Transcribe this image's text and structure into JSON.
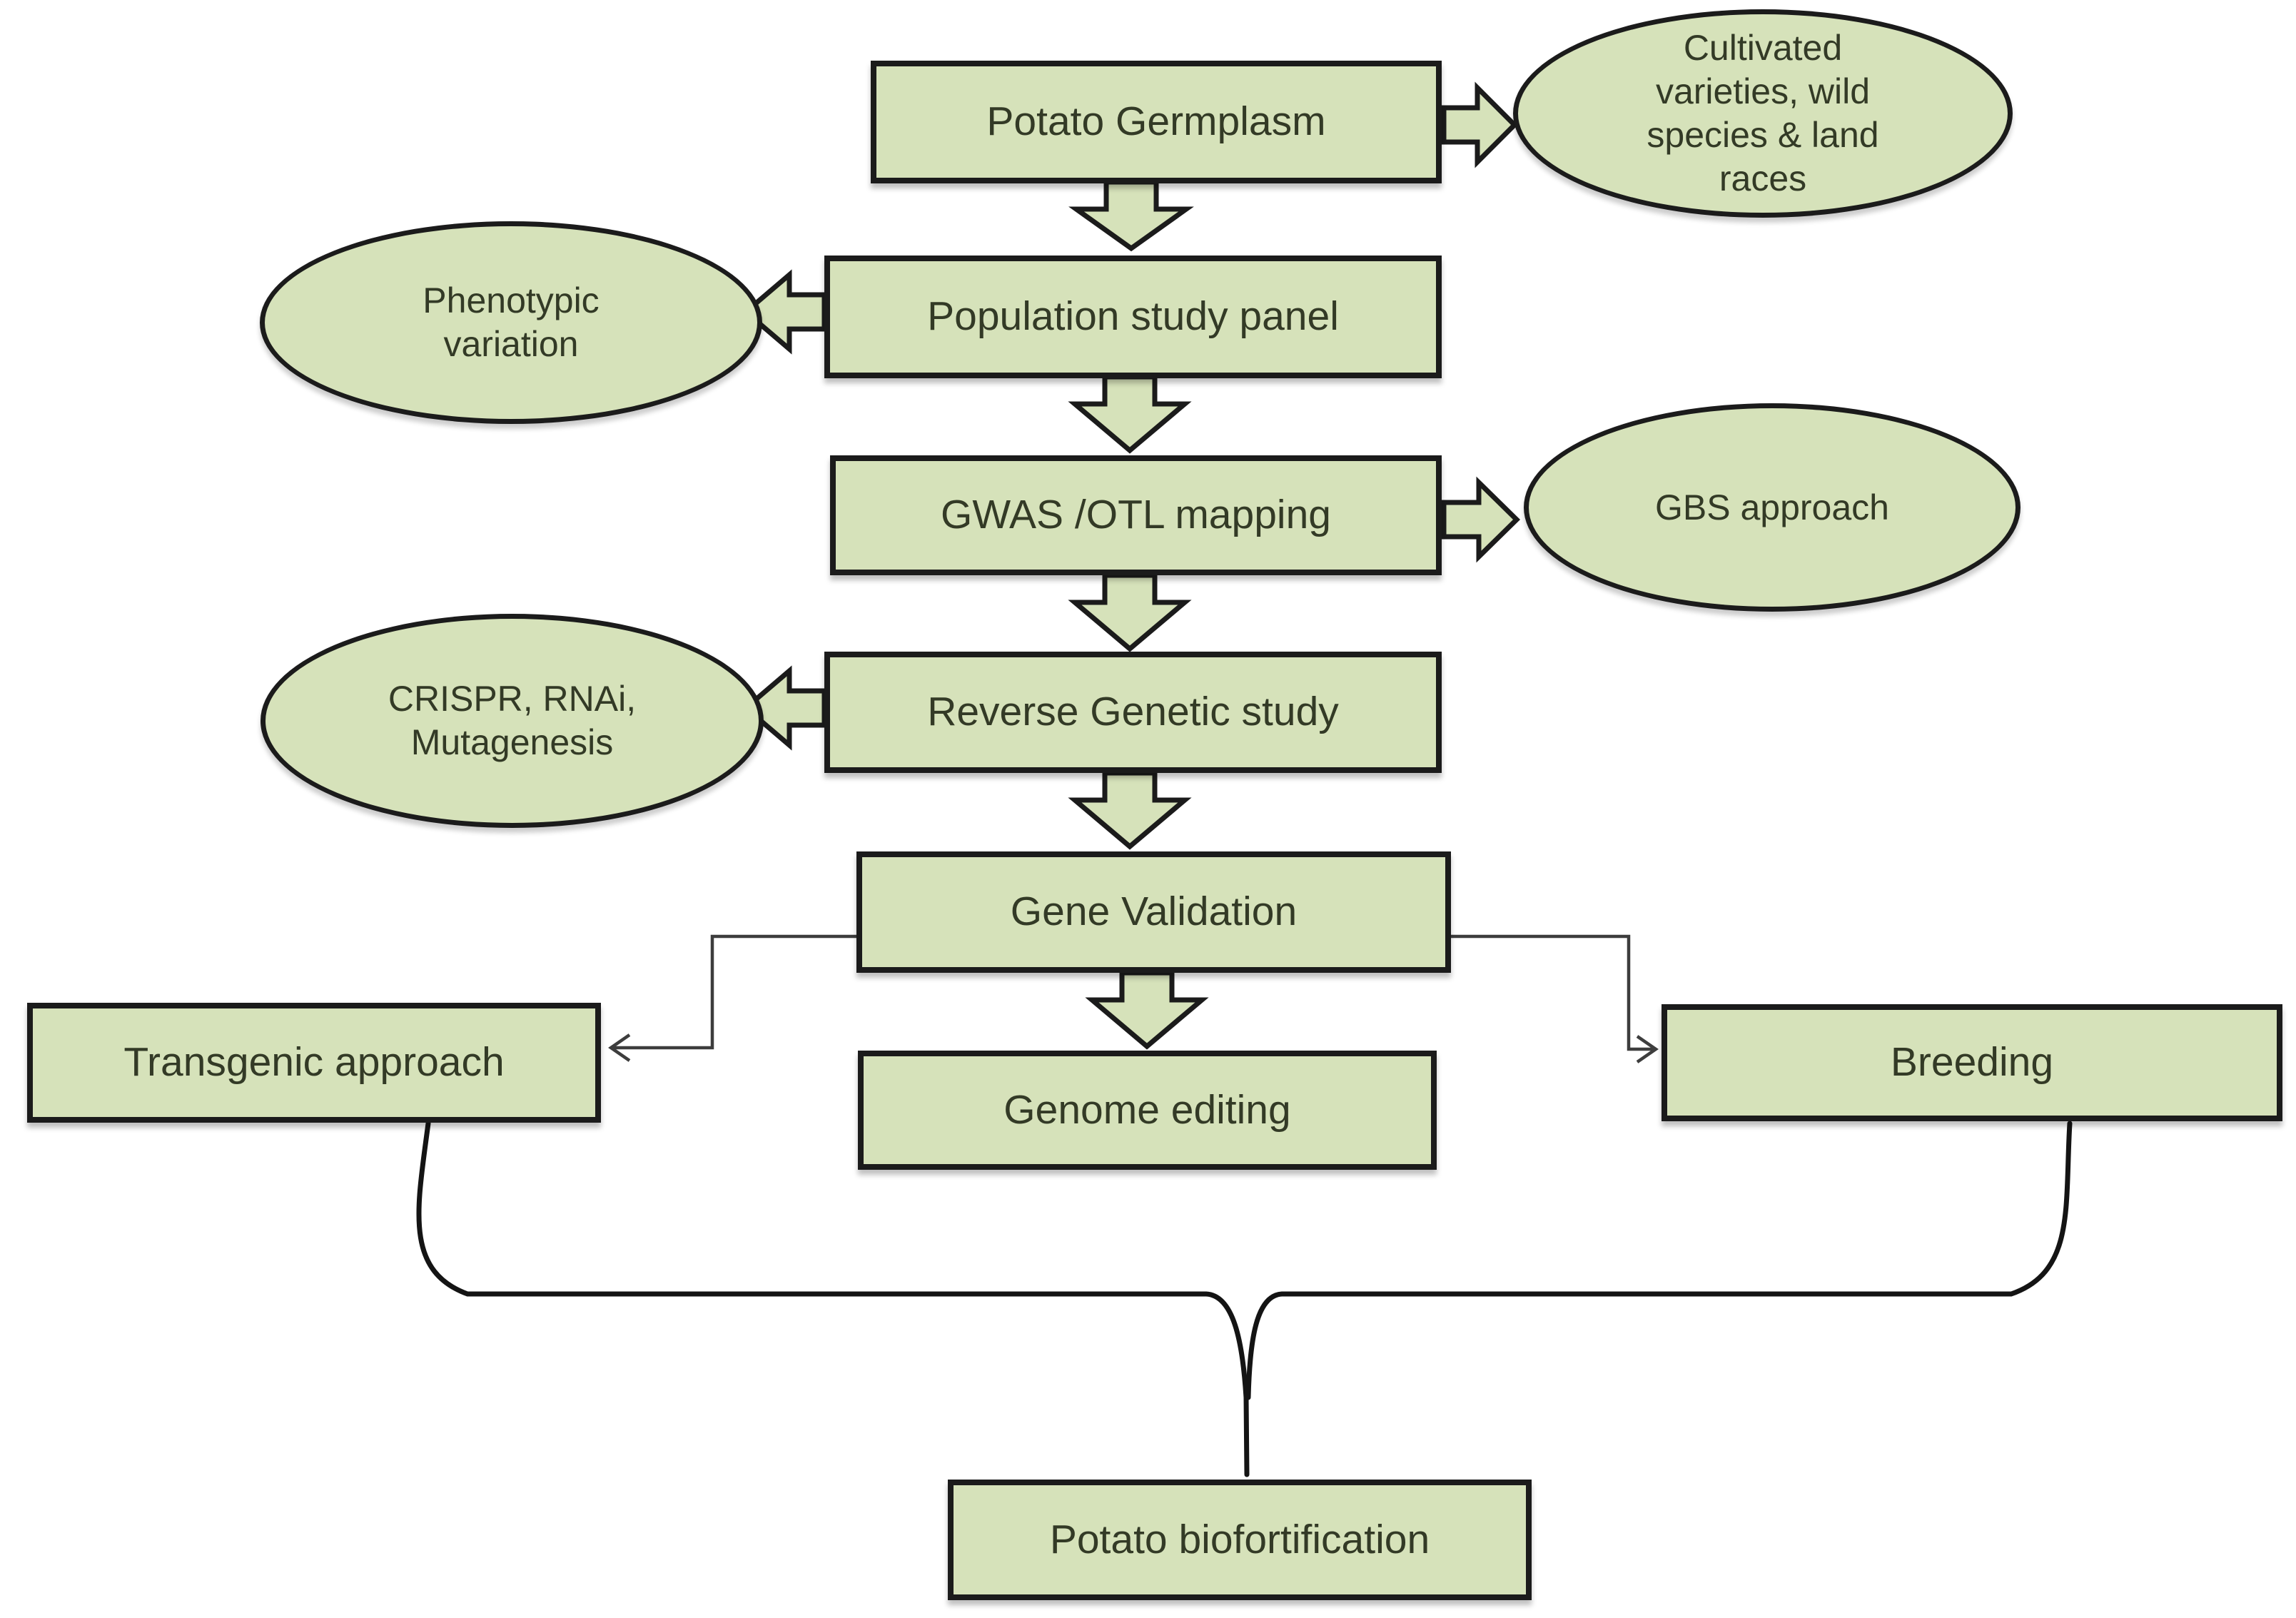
{
  "theme": {
    "canvas_bg": "#ffffff",
    "shape_fill": "#d6e2ba",
    "shape_stroke": "#1b1b1b",
    "text_color": "#333a26",
    "connector_color": "#3d3d3d",
    "merge_color": "#141414"
  },
  "diagram": {
    "type": "flowchart",
    "nodes": {
      "germplasm": {
        "label": "Potato Germplasm",
        "shape": "box"
      },
      "cultivated": {
        "label": "Cultivated\nvarieties, wild\nspecies & land\nraces",
        "shape": "ellipse"
      },
      "population": {
        "label": "Population study panel",
        "shape": "box"
      },
      "phenotypic": {
        "label": "Phenotypic\nvariation",
        "shape": "ellipse"
      },
      "gwas": {
        "label": "GWAS /OTL mapping",
        "shape": "box"
      },
      "gbs": {
        "label": "GBS approach",
        "shape": "ellipse"
      },
      "reverse": {
        "label": "Reverse Genetic study",
        "shape": "box"
      },
      "crispr": {
        "label": "CRISPR, RNAi,\nMutagenesis",
        "shape": "ellipse"
      },
      "validation": {
        "label": "Gene Validation",
        "shape": "box"
      },
      "genome": {
        "label": "Genome editing",
        "shape": "box"
      },
      "transgenic": {
        "label": "Transgenic approach",
        "shape": "box"
      },
      "breeding": {
        "label": "Breeding",
        "shape": "box"
      },
      "biofortification": {
        "label": "Potato biofortification",
        "shape": "box"
      }
    },
    "edges": [
      {
        "from": "germplasm",
        "to": "cultivated",
        "style": "block-arrow-right"
      },
      {
        "from": "germplasm",
        "to": "population",
        "style": "block-arrow-down"
      },
      {
        "from": "population",
        "to": "phenotypic",
        "style": "block-arrow-left"
      },
      {
        "from": "population",
        "to": "gwas",
        "style": "block-arrow-down"
      },
      {
        "from": "gwas",
        "to": "gbs",
        "style": "block-arrow-right"
      },
      {
        "from": "gwas",
        "to": "reverse",
        "style": "block-arrow-down"
      },
      {
        "from": "reverse",
        "to": "crispr",
        "style": "block-arrow-left"
      },
      {
        "from": "reverse",
        "to": "validation",
        "style": "block-arrow-down"
      },
      {
        "from": "validation",
        "to": "genome",
        "style": "block-arrow-down"
      },
      {
        "from": "validation",
        "to": "transgenic",
        "style": "thin-elbow-arrow"
      },
      {
        "from": "validation",
        "to": "breeding",
        "style": "thin-elbow-arrow"
      },
      {
        "from": "transgenic",
        "to": "biofortification",
        "style": "curved-merge"
      },
      {
        "from": "breeding",
        "to": "biofortification",
        "style": "curved-merge"
      }
    ]
  }
}
